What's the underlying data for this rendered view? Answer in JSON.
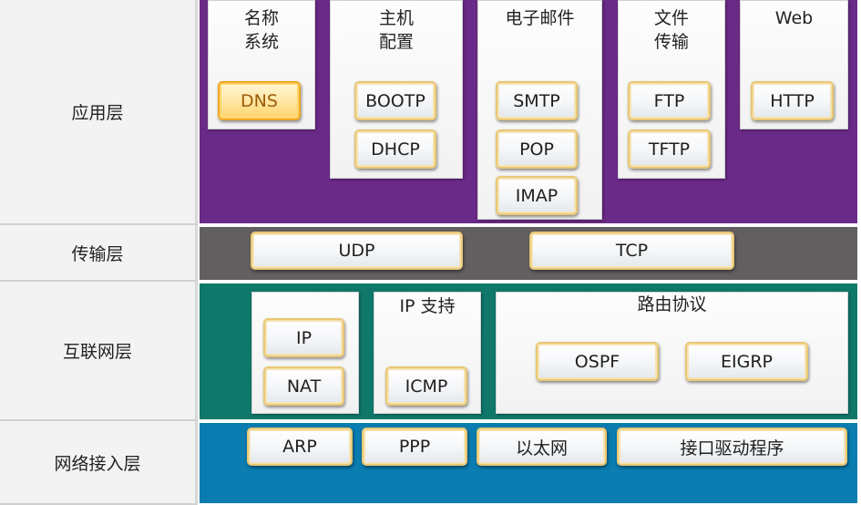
{
  "layers": {
    "application": "应用层",
    "transport": "传输层",
    "internet": "互联网层",
    "link": "网络接入层"
  },
  "application": {
    "name_system": {
      "title1": "名称",
      "title2": "系统",
      "dns": "DNS"
    },
    "host_config": {
      "title1": "主机",
      "title2": "配置",
      "bootp": "BOOTP",
      "dhcp": "DHCP"
    },
    "email": {
      "title": "电子邮件",
      "smtp": "SMTP",
      "pop": "POP",
      "imap": "IMAP"
    },
    "file_transfer": {
      "title1": "文件",
      "title2": "传输",
      "ftp": "FTP",
      "tftp": "TFTP"
    },
    "web": {
      "title": "Web",
      "http": "HTTP"
    }
  },
  "transport": {
    "udp": "UDP",
    "tcp": "TCP"
  },
  "internet": {
    "ip": "IP",
    "nat": "NAT",
    "ip_support": {
      "title": "IP 支持",
      "icmp": "ICMP"
    },
    "routing": {
      "title": "路由协议",
      "ospf": "OSPF",
      "eigrp": "EIGRP"
    }
  },
  "link": {
    "arp": "ARP",
    "ppp": "PPP",
    "ethernet": "以太网",
    "driver": "接口驱动程序"
  },
  "colors": {
    "application_band": "#6a2a87",
    "transport_band": "#625f60",
    "internet_band": "#0f786b",
    "link_band": "#0a7cb0",
    "chip_border": "#e9c774",
    "highlight_chip": "#ffd36b"
  }
}
